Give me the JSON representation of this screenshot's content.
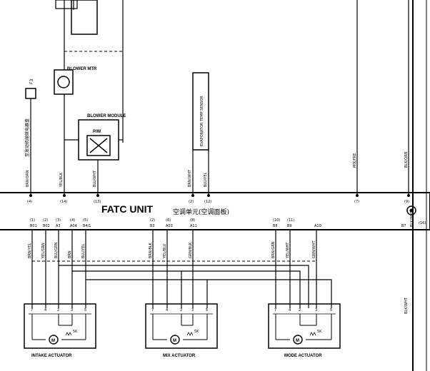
{
  "unit": {
    "title": "FATC UNIT",
    "subtitle": "空调单元(空调面板)"
  },
  "components": {
    "blower_motor": "BLOWER MTR",
    "blower_module": "BLOWER MODULE",
    "pwm_label": "P/W",
    "intake_actuator": "INTAKE ACTUATOR",
    "mix_actuator": "MIX ACTUATOR",
    "mode_actuator": "MODE ACTUATOR",
    "evap_sensor": "EVAPORATOR TEMP SENSOR"
  },
  "side_labels": {
    "left_note": "至发动机舱继电器盒",
    "fuse_ref": "F3",
    "right_ref_1": "MIX/FRE",
    "right_ref_2": "BLK/ORN",
    "right_ref_3": "BLK/WHT"
  },
  "top_pins": [
    "(4)",
    "(14)",
    "(13)",
    "(2)",
    "(12)",
    "(7)",
    "(9)",
    "(16)"
  ],
  "bottom_pins": {
    "intake": [
      "(1)",
      "(2)",
      "(3)",
      "(4)",
      "(5)"
    ],
    "intake_sub": [
      "B01",
      "B02",
      "A3",
      "A04",
      "B4/1"
    ],
    "mix": [
      "(2)",
      "(6)",
      "(8)"
    ],
    "mix_sub": [
      "B3",
      "A03",
      "A11"
    ],
    "mode": [
      "(10)",
      "(11)",
      "A10"
    ],
    "mode_sub": [
      "B8",
      "B9",
      ""
    ],
    "misc": [
      "B7"
    ]
  },
  "wire_colors": {
    "top": [
      "BRN/ORN",
      "YEL/BLK",
      "BLU/WHT",
      "BRN/WHT",
      "BLU/YEL",
      "BLK/WHT"
    ],
    "intake": [
      "BRN/YEL",
      "YEL/GRN",
      "BLU/GRN",
      "BRN",
      "BLU/YEL"
    ],
    "mix": [
      "BRN/BLK",
      "YEL/BLU",
      "GRN/BLK"
    ],
    "mode": [
      "BRN/GRN",
      "YEL/WHT",
      "GRN/WHT"
    ]
  },
  "actuator_pins": [
    "7",
    "4",
    "2",
    "3",
    "5"
  ],
  "actuator_mark": "5K"
}
